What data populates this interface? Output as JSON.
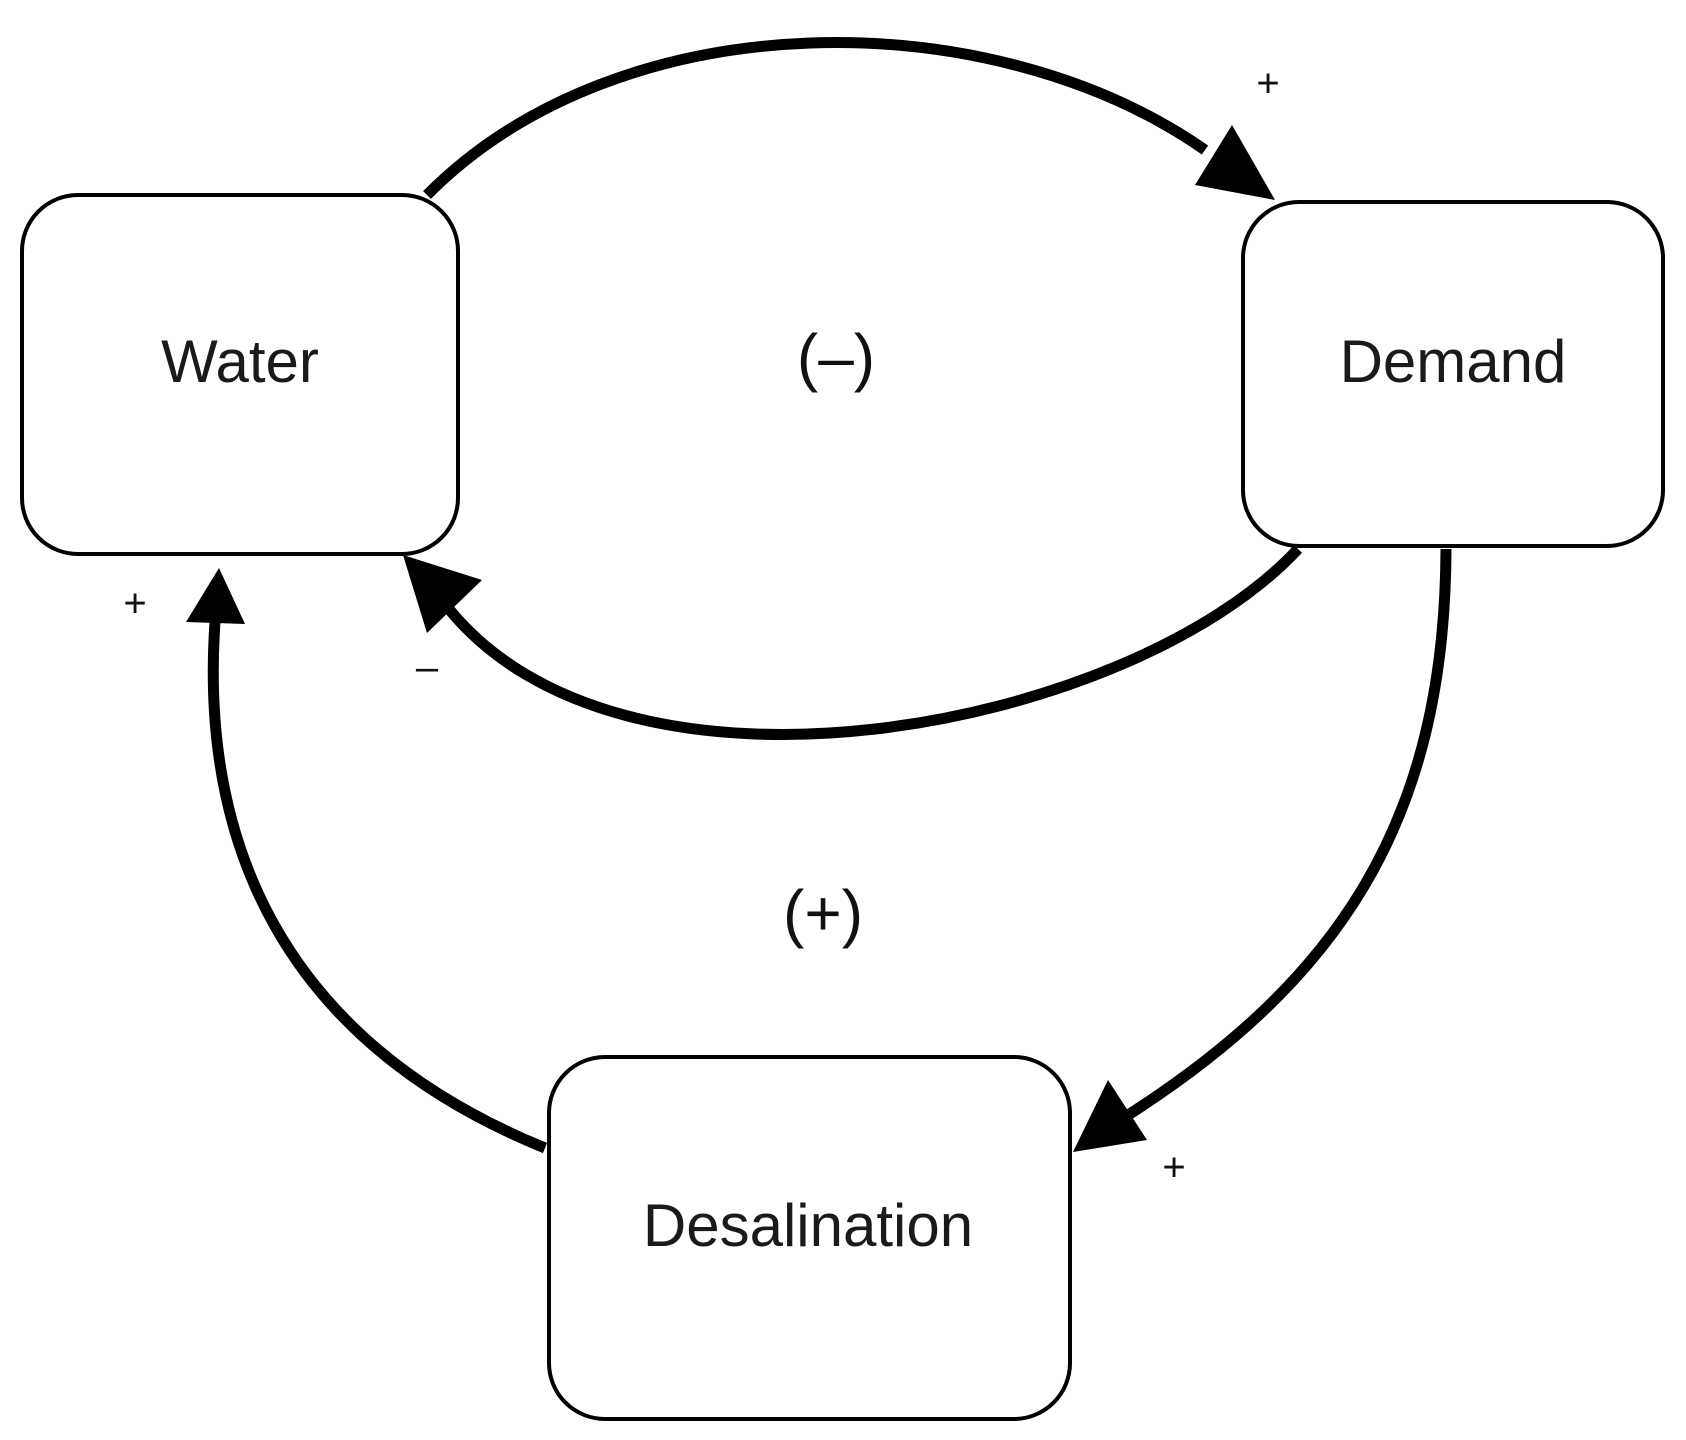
{
  "nodes": {
    "water": "Water",
    "demand": "Demand",
    "desalination": "Desalination"
  },
  "edges": [
    {
      "from": "Water",
      "to": "Demand",
      "polarity": "+"
    },
    {
      "from": "Demand",
      "to": "Water",
      "polarity": "–"
    },
    {
      "from": "Demand",
      "to": "Desalination",
      "polarity": "+"
    },
    {
      "from": "Desalination",
      "to": "Water",
      "polarity": "+"
    }
  ],
  "loops": {
    "balancing": "(–)",
    "reinforcing": "(+)"
  },
  "colors": {
    "stroke": "#000000",
    "background": "#ffffff"
  }
}
